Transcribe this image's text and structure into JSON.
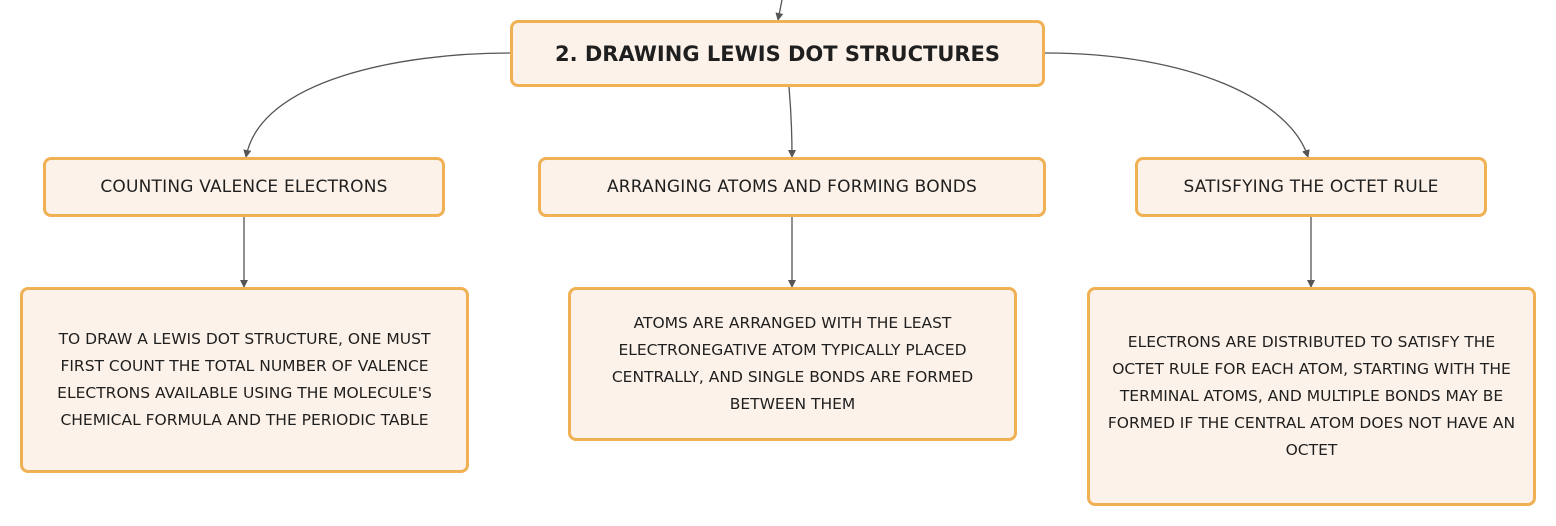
{
  "diagram": {
    "root": {
      "label": "2. DRAWING LEWIS DOT STRUCTURES"
    },
    "branches": [
      {
        "label": "COUNTING VALENCE ELECTRONS",
        "detail": "TO DRAW A LEWIS DOT STRUCTURE, ONE MUST FIRST COUNT THE TOTAL NUMBER OF VALENCE ELECTRONS AVAILABLE USING THE MOLECULE'S CHEMICAL FORMULA AND THE PERIODIC TABLE"
      },
      {
        "label": "ARRANGING ATOMS AND FORMING BONDS",
        "detail": "ATOMS ARE ARRANGED WITH THE LEAST ELECTRONEGATIVE ATOM TYPICALLY PLACED CENTRALLY, AND SINGLE BONDS ARE FORMED BETWEEN THEM"
      },
      {
        "label": "SATISFYING THE OCTET RULE",
        "detail": "ELECTRONS ARE DISTRIBUTED TO SATISFY THE OCTET RULE FOR EACH ATOM, STARTING WITH THE TERMINAL ATOMS, AND MULTIPLE BONDS MAY BE FORMED IF THE CENTRAL ATOM DOES NOT HAVE AN OCTET"
      }
    ]
  },
  "colors": {
    "node_fill": "#fdf2e9",
    "node_border": "#f0b155",
    "connector": "#555555"
  }
}
